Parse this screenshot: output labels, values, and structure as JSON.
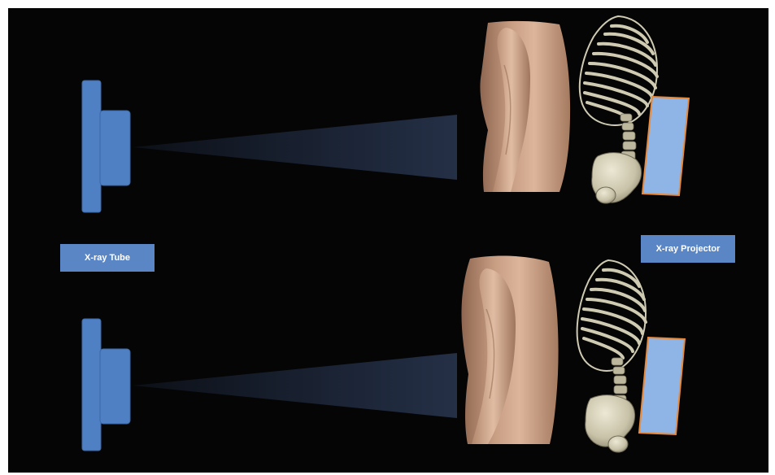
{
  "labels": {
    "tube": "X-ray Tube",
    "projector": "X-ray Projector"
  },
  "colors": {
    "background": "#050505",
    "tube": "#4f80c4",
    "tube_edge": "#3a67a6",
    "beam": "#1f2a3d",
    "projector_fill": "#8fb4e6",
    "projector_border": "#e88a3c",
    "skin_light": "#d9b196",
    "skin_dark": "#a67a5e",
    "bone": "#cfcab2",
    "bone_dark": "#8e8a74",
    "label_bg": "#5b86c5"
  },
  "panels": [
    {
      "id": "top-panel",
      "tube": "x-ray-tube",
      "body": "torso-side-view",
      "skeleton": "spine-ribcage-pelvis",
      "detector": "x-ray-projector-plate"
    },
    {
      "id": "bottom-panel",
      "tube": "x-ray-tube",
      "body": "torso-side-view",
      "skeleton": "spine-ribcage-pelvis",
      "detector": "x-ray-projector-plate"
    }
  ]
}
